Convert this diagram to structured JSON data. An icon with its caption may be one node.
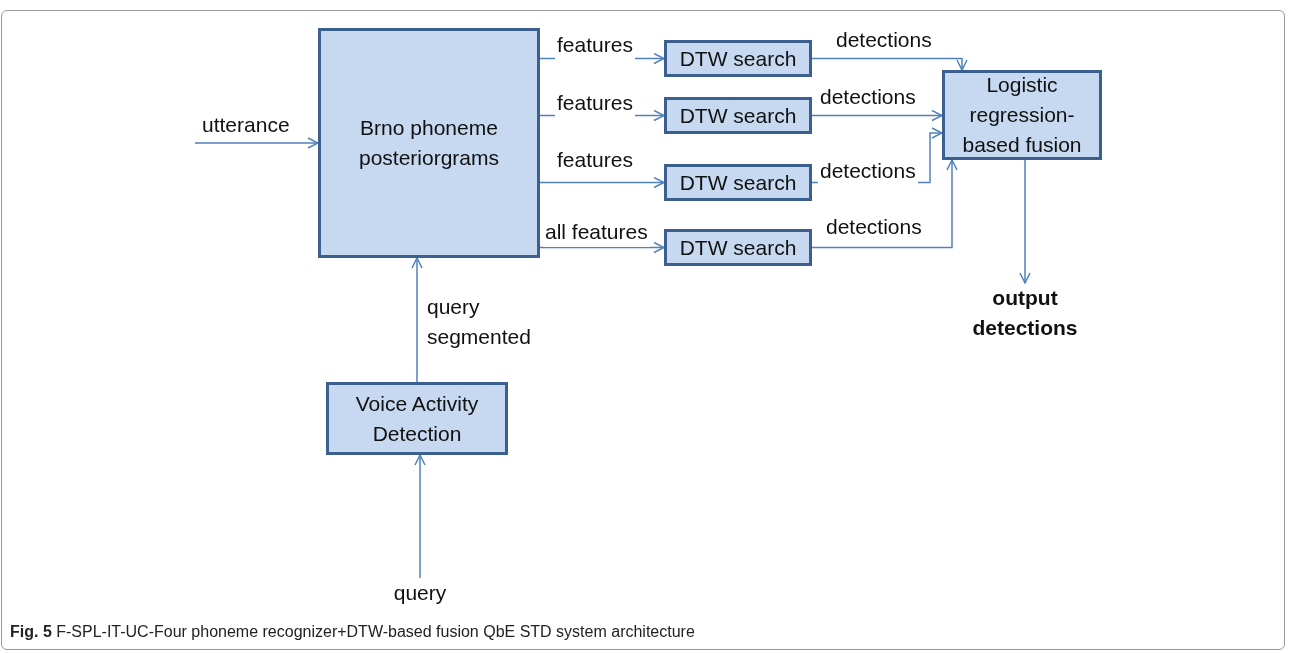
{
  "diagram": {
    "caption": "**Fig. 5** F-SPL-IT-UC-Four phoneme recognizer+DTW-based fusion QbE STD system architecture",
    "nodes": [
      {
        "text": [
          "Brno phoneme posteriorgrams"
        ]
      },
      {
        "text": [
          "DTW search"
        ]
      },
      {
        "text": [
          "DTW search"
        ]
      },
      {
        "text": [
          "DTW search"
        ]
      },
      {
        "text": [
          "DTW search"
        ]
      },
      {
        "text": [
          "Logistic regression-based fusion"
        ]
      },
      {
        "text": [
          "Voice Activity Detection"
        ]
      },
      {
        "text": [
          "query"
        ]
      },
      {
        "text": [
          "output detections"
        ]
      }
    ],
    "edges": [
      {
        "from": null,
        "to": 0,
        "arrow": "to",
        "label": "utterance"
      },
      {
        "from": 0,
        "to": 1,
        "arrow": "to",
        "label": "features"
      },
      {
        "from": 0,
        "to": 2,
        "arrow": "to",
        "label": "features"
      },
      {
        "from": 0,
        "to": 3,
        "arrow": "to",
        "label": "features"
      },
      {
        "from": 0,
        "to": 4,
        "arrow": "to",
        "label": "all features"
      },
      {
        "from": 1,
        "to": 5,
        "arrow": "to",
        "label": "detections"
      },
      {
        "from": 2,
        "to": 5,
        "arrow": "to",
        "label": "detections"
      },
      {
        "from": 3,
        "to": 5,
        "arrow": "to",
        "label": "detections"
      },
      {
        "from": 4,
        "to": 5,
        "arrow": "to",
        "label": "detections"
      },
      {
        "from": 5,
        "to": 8,
        "arrow": "to"
      },
      {
        "from": 7,
        "to": 6,
        "arrow": "to"
      },
      {
        "from": 6,
        "to": 0,
        "arrow": "to",
        "label": "query segmented"
      }
    ]
  }
}
